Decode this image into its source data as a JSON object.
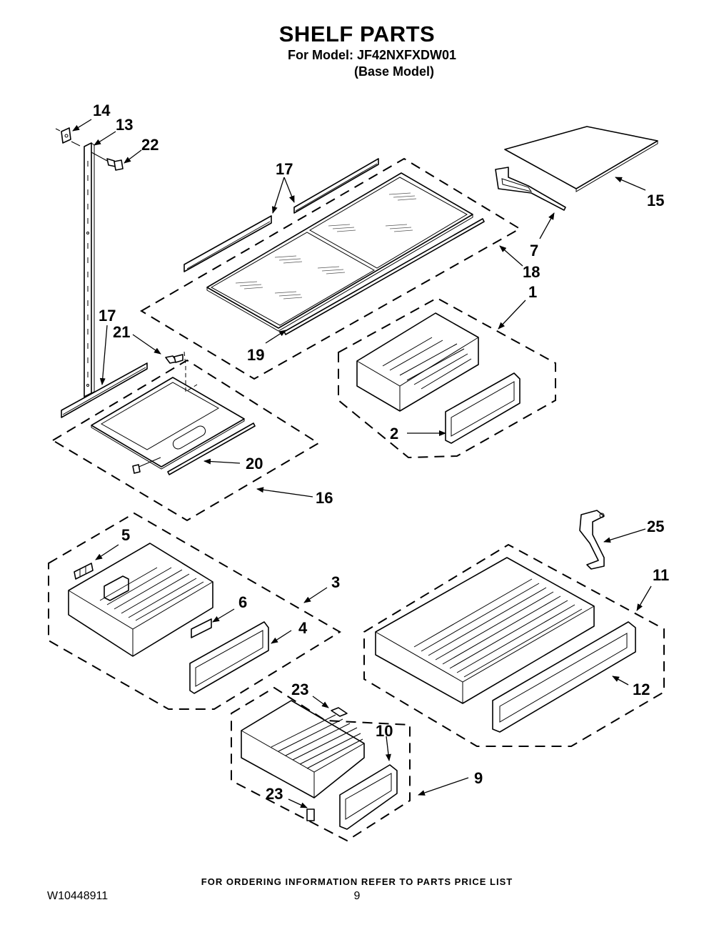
{
  "header": {
    "title": "SHELF PARTS",
    "model_line": "For Model: JF42NXFXDW01",
    "model_note": "(Base Model)"
  },
  "footer": {
    "ordering_note": "FOR ORDERING INFORMATION REFER TO PARTS PRICE LIST",
    "document_number": "W10448911",
    "page_number": "9"
  },
  "callouts": [
    {
      "id": "c14",
      "label": "14",
      "part": "shelf-clip"
    },
    {
      "id": "c13",
      "label": "13",
      "part": "shelf-ladder-rail"
    },
    {
      "id": "c22",
      "label": "22",
      "part": "rail-screw"
    },
    {
      "id": "c17a",
      "label": "17",
      "part": "shelf-side-rails"
    },
    {
      "id": "c15",
      "label": "15",
      "part": "glass-shelf"
    },
    {
      "id": "c7",
      "label": "7",
      "part": "shelf-bracket"
    },
    {
      "id": "c18",
      "label": "18",
      "part": "double-glass-shelf-assembly"
    },
    {
      "id": "c1",
      "label": "1",
      "part": "upper-crisper-assembly"
    },
    {
      "id": "c19",
      "label": "19",
      "part": "shelf-trim"
    },
    {
      "id": "c17b",
      "label": "17",
      "part": "shelf-side-rail"
    },
    {
      "id": "c21",
      "label": "21",
      "part": "shelf-screw"
    },
    {
      "id": "c2",
      "label": "2",
      "part": "crisper-front"
    },
    {
      "id": "c20",
      "label": "20",
      "part": "small-shelf-trim"
    },
    {
      "id": "c16",
      "label": "16",
      "part": "lighted-shelf-assembly"
    },
    {
      "id": "c5",
      "label": "5",
      "part": "humidity-control"
    },
    {
      "id": "c3",
      "label": "3",
      "part": "middle-crisper-assembly"
    },
    {
      "id": "c6",
      "label": "6",
      "part": "crisper-label"
    },
    {
      "id": "c4",
      "label": "4",
      "part": "crisper-front-middle"
    },
    {
      "id": "c25",
      "label": "25",
      "part": "pantry-bracket"
    },
    {
      "id": "c11",
      "label": "11",
      "part": "pantry-drawer-assembly"
    },
    {
      "id": "c12",
      "label": "12",
      "part": "pantry-front"
    },
    {
      "id": "c23a",
      "label": "23",
      "part": "drawer-screw-upper"
    },
    {
      "id": "c10",
      "label": "10",
      "part": "lower-drawer-front"
    },
    {
      "id": "c9",
      "label": "9",
      "part": "lower-drawer-assembly"
    },
    {
      "id": "c23b",
      "label": "23",
      "part": "drawer-screw-lower"
    }
  ]
}
